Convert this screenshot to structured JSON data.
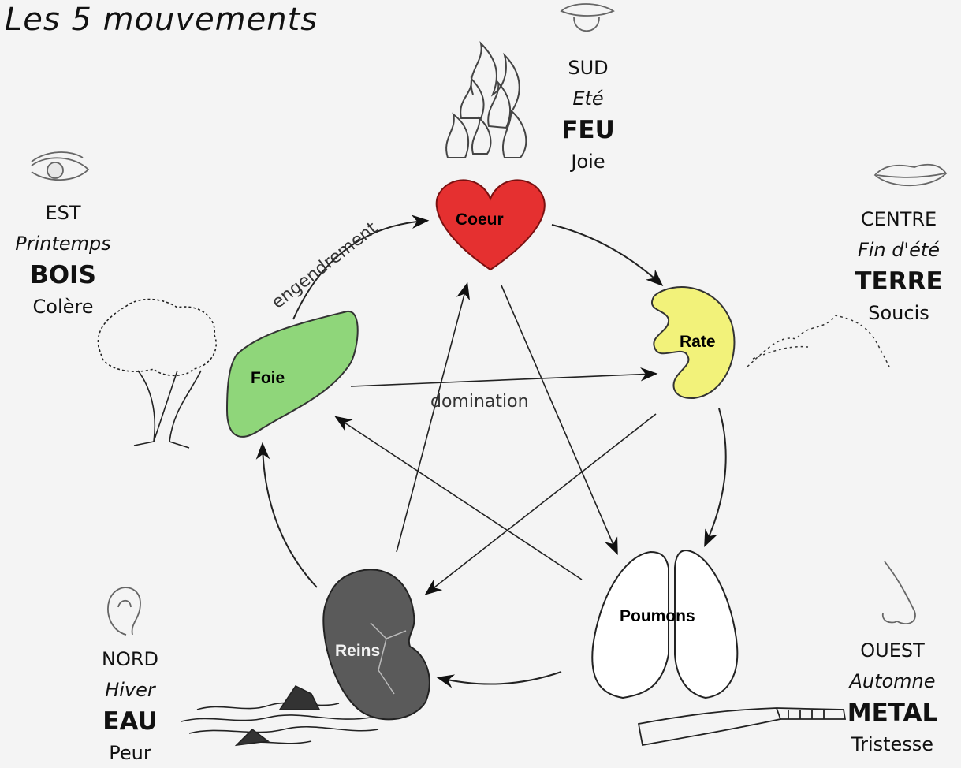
{
  "title": "Les 5 mouvements",
  "labels": {
    "engendrement": "engendrement",
    "domination": "domination"
  },
  "elements": [
    {
      "key": "feu",
      "direction": "SUD",
      "season": "Eté",
      "element": "FEU",
      "emotion": "Joie",
      "organ": "Coeur",
      "organ_color": "#e53030",
      "sense": "tongue-icon"
    },
    {
      "key": "terre",
      "direction": "CENTRE",
      "season": "Fin d'été",
      "element": "TERRE",
      "emotion": "Soucis",
      "organ": "Rate",
      "organ_color": "#f2f27a",
      "sense": "mouth-icon"
    },
    {
      "key": "metal",
      "direction": "OUEST",
      "season": "Automne",
      "element": "METAL",
      "emotion": "Tristesse",
      "organ": "Poumons",
      "organ_color": "#ffffff",
      "sense": "nose-icon"
    },
    {
      "key": "eau",
      "direction": "NORD",
      "season": "Hiver",
      "element": "EAU",
      "emotion": "Peur",
      "organ": "Reins",
      "organ_color": "#555555",
      "sense": "ear-icon"
    },
    {
      "key": "bois",
      "direction": "EST",
      "season": "Printemps",
      "element": "BOIS",
      "emotion": "Colère",
      "organ": "Foie",
      "organ_color": "#8fd67a",
      "sense": "eye-icon"
    }
  ]
}
